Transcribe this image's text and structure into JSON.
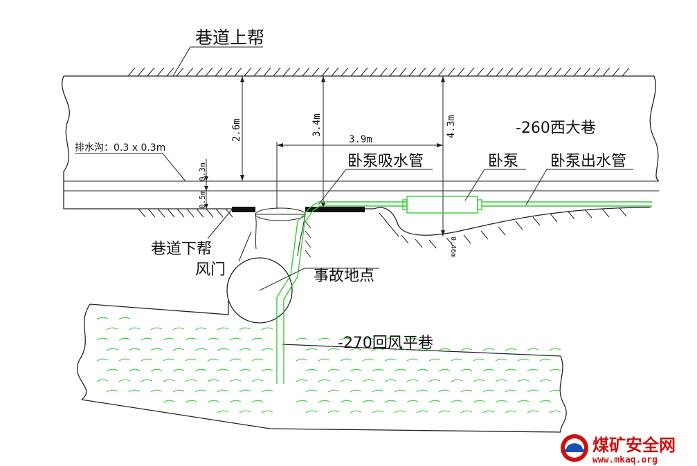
{
  "labels": {
    "roof": "巷道上帮",
    "floor": "巷道下帮",
    "ditch": "排水沟：0.3 x 0.3m",
    "west_roadway": "-260西大巷",
    "suction_pipe": "卧泵吸水管",
    "pump": "卧泵",
    "outlet_pipe": "卧泵出水管",
    "air_door": "风门",
    "accident_site": "事故地点",
    "return_roadway": "-270回风平巷"
  },
  "dimensions": {
    "d_2_6": "2.6m",
    "d_3_4": "3.4m",
    "d_4_3": "4.3m",
    "d_3_9": "3.9m",
    "d_0_3": "0.3m",
    "d_0_5": "0.5m",
    "d_0_46": "0.46m"
  },
  "watermark": {
    "name": "煤矿安全网",
    "url": "www.mkaq.org",
    "color": "#cc1111",
    "icon": "helmet-icon"
  },
  "colors": {
    "lines": "#222222",
    "pipe": "#33cc33",
    "water": "#33cc33",
    "accent": "#cc1111"
  }
}
